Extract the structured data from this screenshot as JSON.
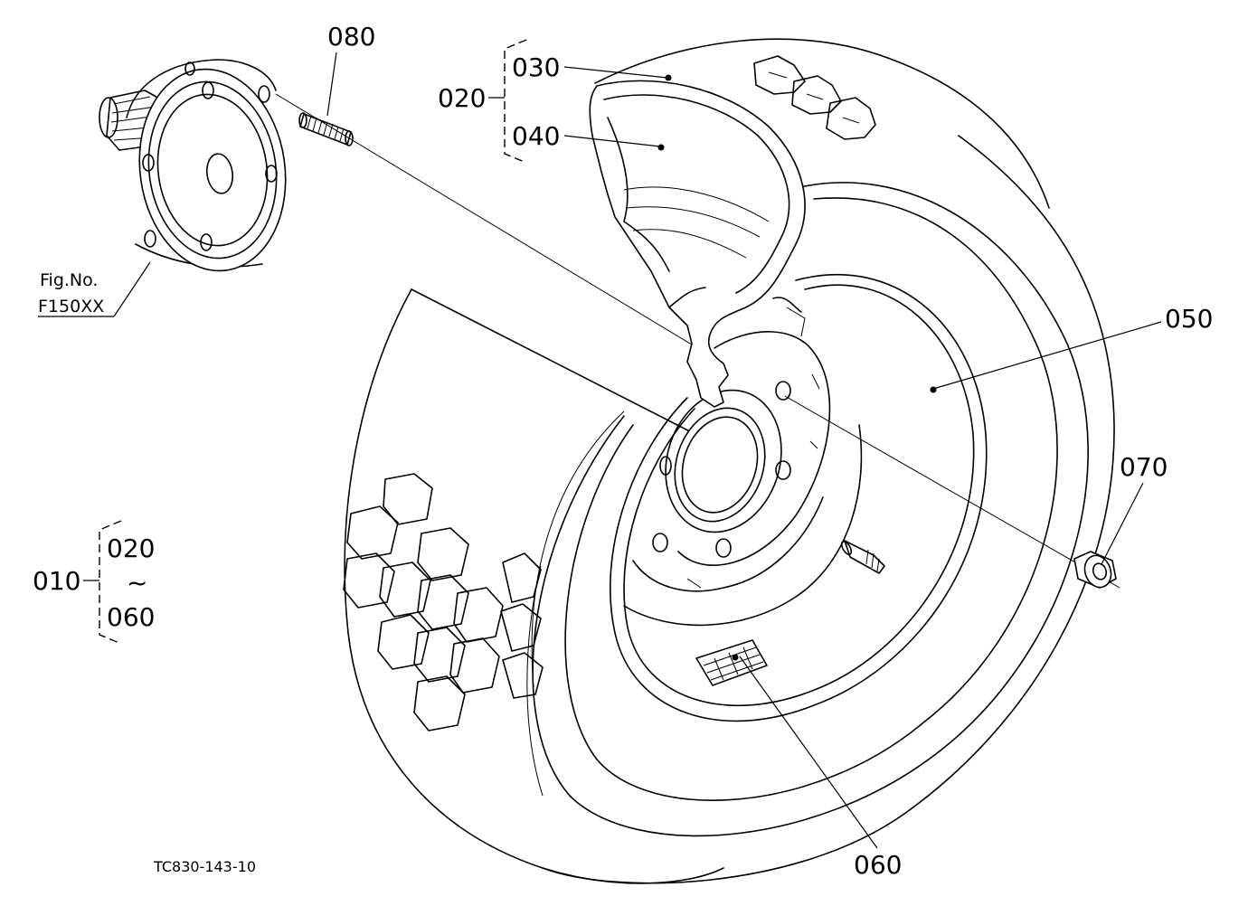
{
  "drawing": {
    "code": "TC830-143-10",
    "fig_ref_label": "Fig.No.",
    "fig_ref_number": "F150XX"
  },
  "callouts": {
    "c080": "080",
    "c030": "030",
    "c020_top": "020",
    "c040": "040",
    "c050": "050",
    "c070": "070",
    "c060_bottom": "060",
    "c010": "010",
    "c020_group": "020",
    "c_tilde": "~",
    "c060_group": "060"
  }
}
